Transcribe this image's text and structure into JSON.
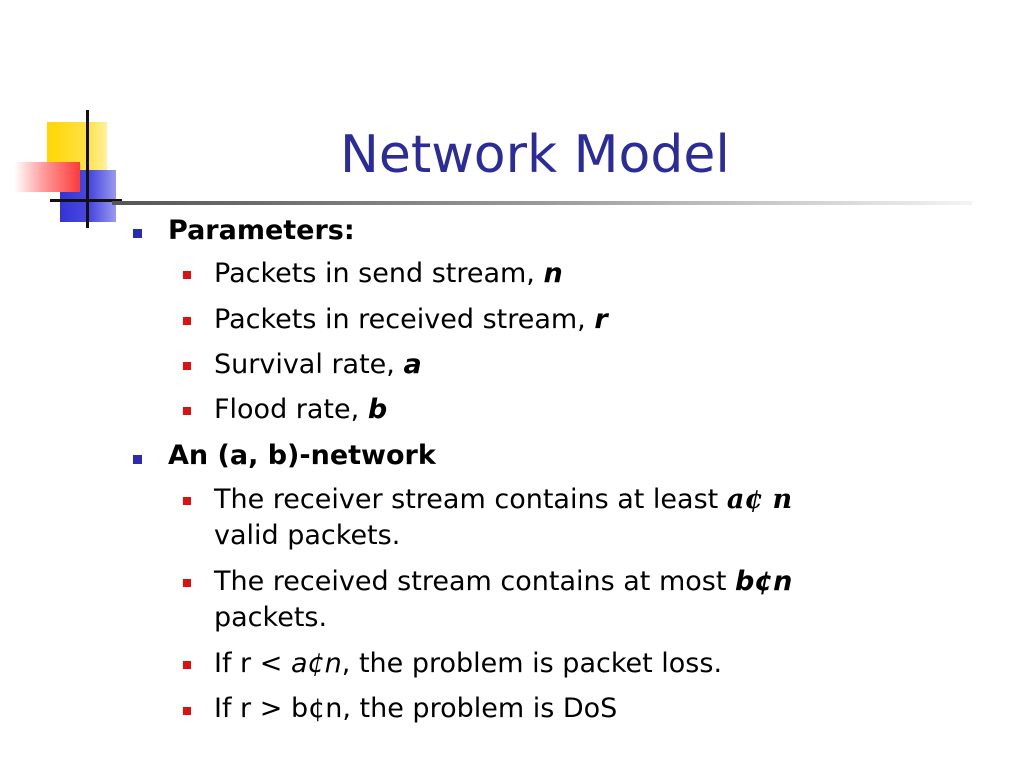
{
  "slide": {
    "title": "Network Model",
    "bullets": [
      {
        "text": "Parameters:",
        "subs": [
          {
            "text": "Packets in send stream, ",
            "var": "n"
          },
          {
            "text": "Packets in received stream, ",
            "var": "r"
          },
          {
            "text": "Survival rate, ",
            "var": "a"
          },
          {
            "text": "Flood rate, ",
            "var": "b"
          }
        ]
      },
      {
        "text": "An (a, b)-network",
        "subs": [
          {
            "text": "The receiver stream contains at least ",
            "expr": "a¢ n",
            "cont": "valid packets."
          },
          {
            "text": "The received stream contains at most ",
            "expr": "b¢n",
            "cont": "packets."
          },
          {
            "text_a": "If r < ",
            "expr": "a¢n",
            "text_b": ", the problem is packet loss."
          },
          {
            "text": "If r > b¢n, the problem is DoS"
          }
        ]
      }
    ],
    "colors": {
      "title": "#2b2b9a",
      "level1_bullet": "#2b2bb0",
      "level2_bullet": "#e01010"
    }
  }
}
